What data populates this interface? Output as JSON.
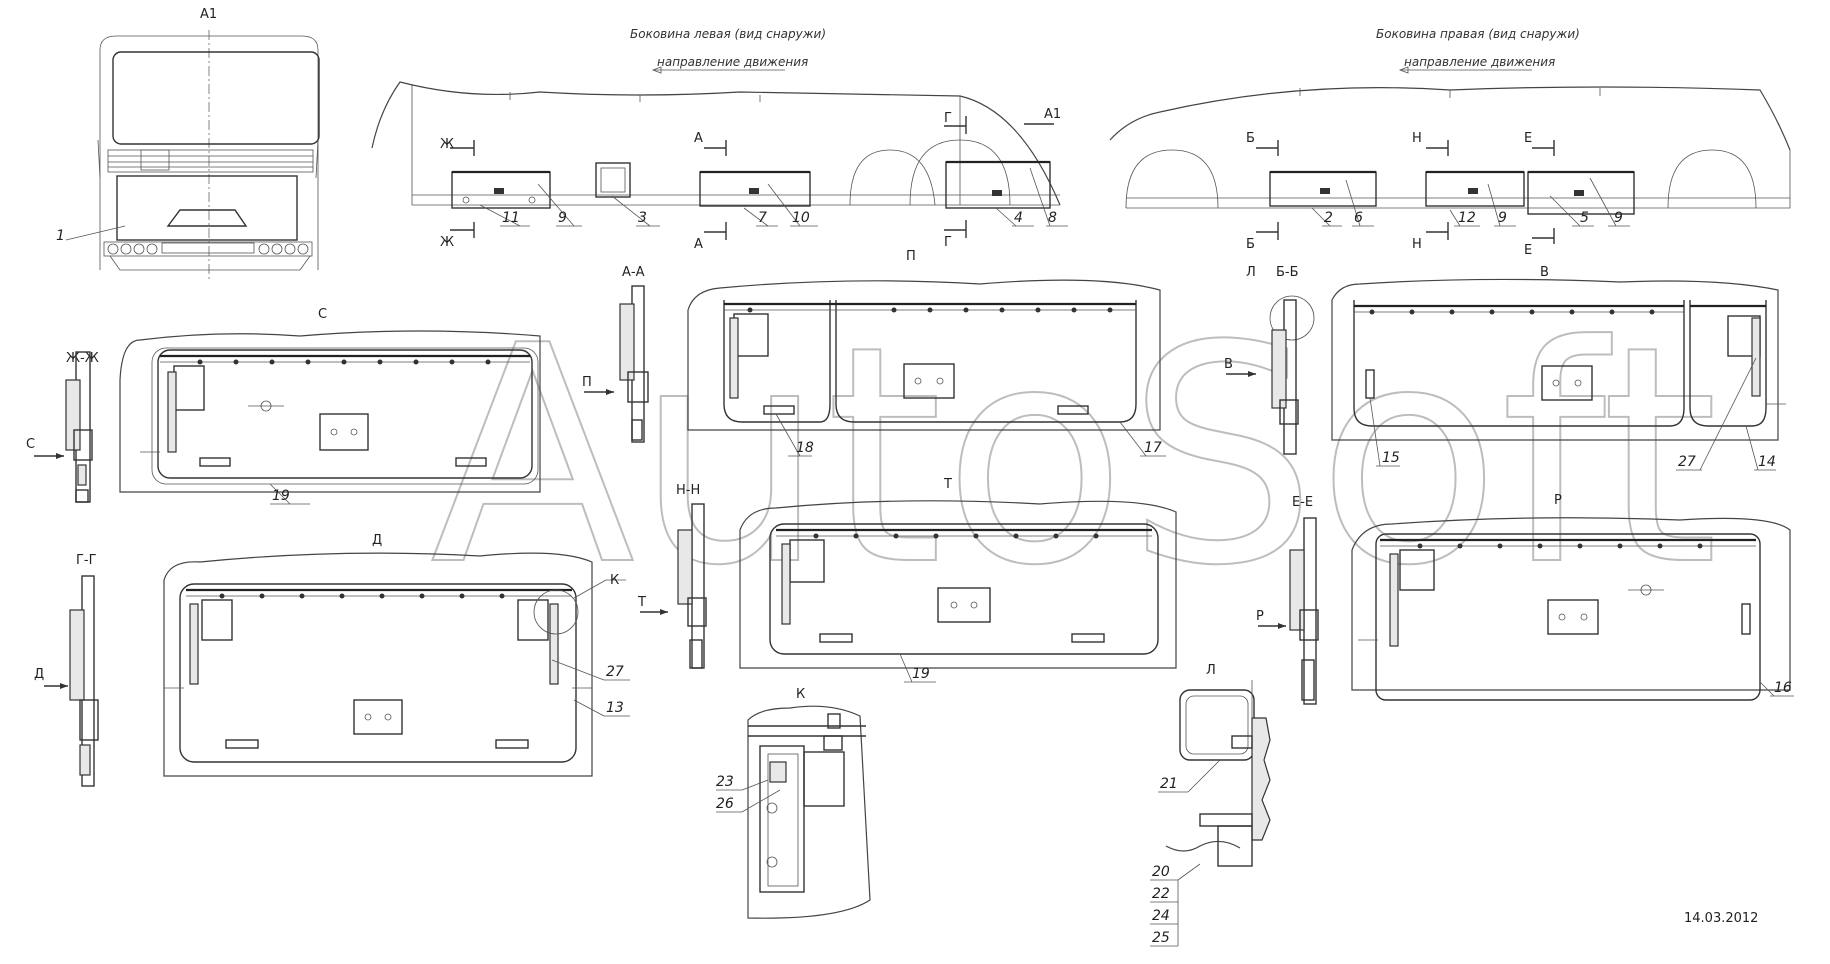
{
  "titles": {
    "a1": "А1",
    "left_side": "Боковина левая (вид снаружи)",
    "left_direction": "направление движения",
    "right_side": "Боковина правая (вид снаружи)",
    "right_direction": "направление движения",
    "a1_arrow": "А1"
  },
  "section_marks": {
    "zh": "Ж",
    "a": "А",
    "g": "Г",
    "b": "Б",
    "n": "Н",
    "e": "Е"
  },
  "views": {
    "zh_zh": "Ж-Ж",
    "c": "С",
    "a_a": "А-А",
    "p_cyr": "П",
    "l_cyr": "Л",
    "b_b": "Б-Б",
    "v": "В",
    "g_g": "Г-Г",
    "d": "Д",
    "k": "К",
    "n_n": "Н-Н",
    "t": "Т",
    "e_e": "Е-Е",
    "r": "Р",
    "l_detail": "Л",
    "k_detail": "К"
  },
  "arrows": {
    "c": "С",
    "p": "П",
    "v": "В",
    "d": "Д",
    "t": "Т",
    "r": "Р"
  },
  "callouts": {
    "n1": "1",
    "n11": "11",
    "n9a": "9",
    "n3": "3",
    "n7": "7",
    "n10": "10",
    "n4": "4",
    "n8": "8",
    "n2": "2",
    "n6": "6",
    "n12": "12",
    "n9b": "9",
    "n5": "5",
    "n9c": "9",
    "n18": "18",
    "n17": "17",
    "n19a": "19",
    "n15": "15",
    "n27a": "27",
    "n14": "14",
    "n27b": "27",
    "n13": "13",
    "n19b": "19",
    "n16": "16",
    "n23": "23",
    "n26": "26",
    "n21": "21",
    "n20": "20",
    "n22": "22",
    "n24": "24",
    "n25": "25"
  },
  "watermark": "AutoSoft",
  "date": "14.03.2012"
}
